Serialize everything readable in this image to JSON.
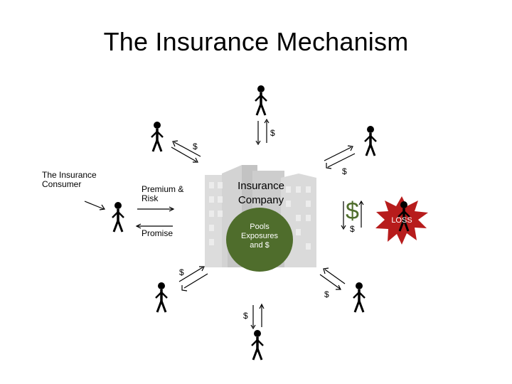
{
  "title": "The Insurance Mechanism",
  "labels": {
    "consumer": "The Insurance Consumer",
    "premium_risk": "Premium & Risk",
    "promise": "Promise",
    "company": "Insurance Company",
    "pool": "Pools Exposures and $",
    "loss": "LOSS",
    "dollar": "$"
  },
  "colors": {
    "pool_fill": "#4f6d2c",
    "big_dollar": "#4f6d2c",
    "loss_fill": "#b71c1c",
    "building": "#d4d4d4"
  }
}
